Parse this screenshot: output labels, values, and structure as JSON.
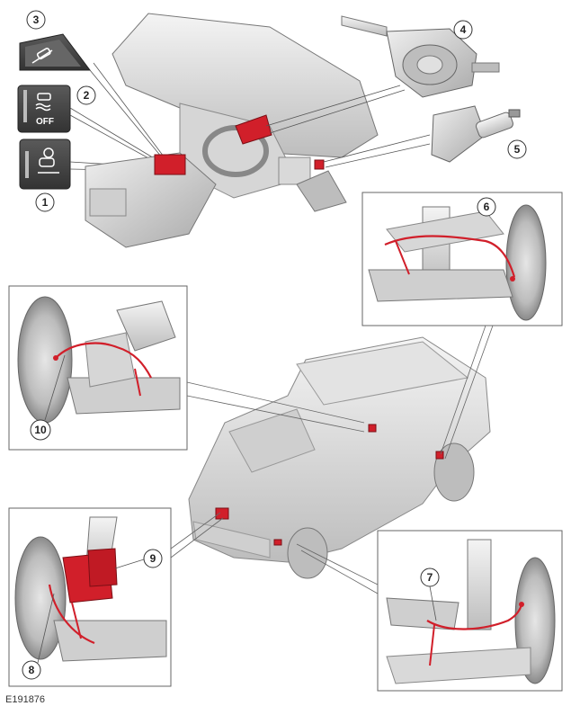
{
  "figure": {
    "reference_code": "E191876",
    "callouts": [
      {
        "id": "c1",
        "label": "1"
      },
      {
        "id": "c2",
        "label": "2"
      },
      {
        "id": "c3",
        "label": "3"
      },
      {
        "id": "c4",
        "label": "4"
      },
      {
        "id": "c5",
        "label": "5"
      },
      {
        "id": "c6",
        "label": "6"
      },
      {
        "id": "c7",
        "label": "7"
      },
      {
        "id": "c8",
        "label": "8"
      },
      {
        "id": "c9",
        "label": "9"
      },
      {
        "id": "c10",
        "label": "10"
      }
    ],
    "switch_2_text": "OFF"
  },
  "colors": {
    "highlight": "#d11f2a",
    "line_art": "#555555",
    "metal_light": "#e8e8e8",
    "metal_mid": "#c9c9c9",
    "button_dark": "#4a4a4a"
  },
  "icons": {
    "switch_1": "vehicle-on-slope-icon",
    "switch_2": "traction-control-off-icon",
    "switch_3": "hill-descent-icon"
  }
}
